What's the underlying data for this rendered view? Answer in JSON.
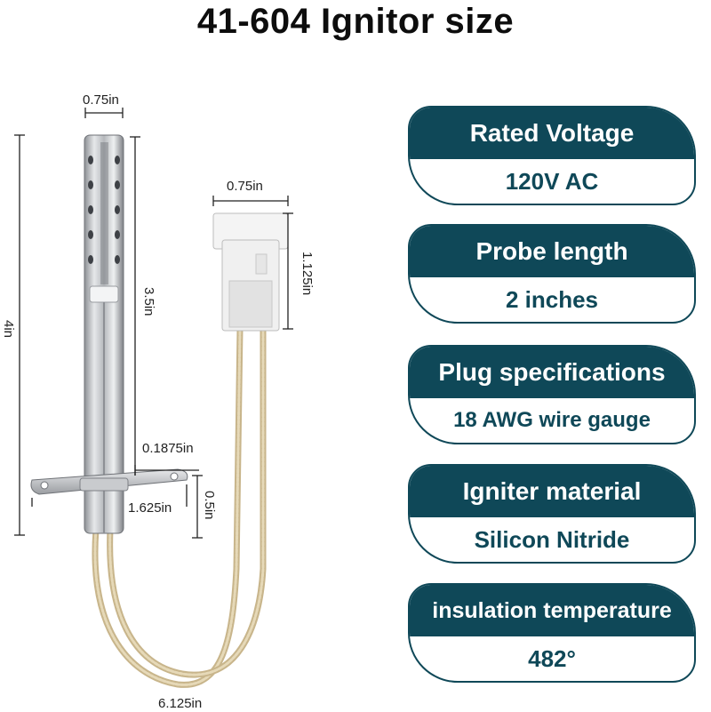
{
  "title": "41-604 Ignitor size",
  "dimensions": {
    "probe_width": "0.75in",
    "plug_width": "0.75in",
    "plug_height": "1.125in",
    "probe_length": "3.5in",
    "total_length": "4in",
    "bracket_offset": "0.1875in",
    "bracket_width": "1.625in",
    "bracket_height": "0.5in",
    "wire_length": "6.125in"
  },
  "specs": [
    {
      "label": "Rated Voltage",
      "value": "120V AC"
    },
    {
      "label": "Probe length",
      "value": "2 inches"
    },
    {
      "label": "Plug specifications",
      "value": "18 AWG wire gauge"
    },
    {
      "label": "Igniter material",
      "value": "Silicon Nitride"
    },
    {
      "label": "insulation temperature",
      "value": "482°"
    }
  ],
  "colors": {
    "accent": "#0f4858",
    "metal": "#b9bcc0",
    "wire": "#d9c9a3",
    "plug": "#f3f3f3"
  }
}
